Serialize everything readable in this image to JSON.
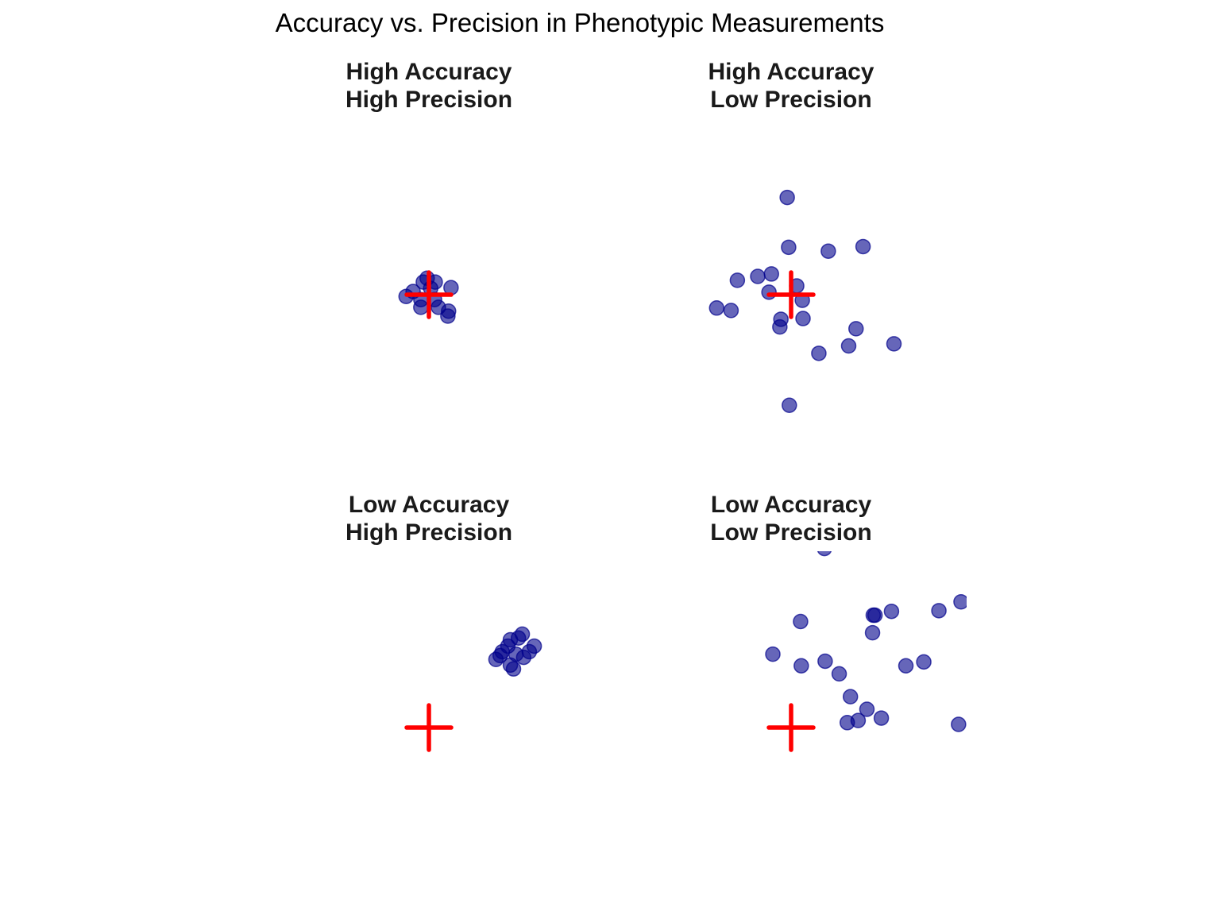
{
  "chart_data": {
    "type": "scatter",
    "title": "Accuracy vs. Precision in Phenotypic Measurements",
    "xlim": [
      -5,
      5
    ],
    "ylim": [
      -5,
      5
    ],
    "grid": false,
    "point_color": "#00008B",
    "point_alpha": 0.6,
    "target_color": "#FF0000",
    "target": [
      0,
      0
    ],
    "panels": [
      {
        "title_line1": "High Accuracy",
        "title_line2": "High Precision",
        "points": [
          [
            -0.16,
            0.36
          ],
          [
            0.18,
            0.36
          ],
          [
            0.63,
            0.2
          ],
          [
            -0.65,
            -0.05
          ],
          [
            -0.45,
            0.09
          ],
          [
            -0.23,
            -0.36
          ],
          [
            0.27,
            -0.36
          ],
          [
            0.56,
            -0.47
          ],
          [
            0.54,
            -0.61
          ],
          [
            0.05,
            0.18
          ],
          [
            0.16,
            -0.14
          ],
          [
            -0.23,
            -0.14
          ],
          [
            -0.05,
            0.47
          ]
        ]
      },
      {
        "title_line1": "High Accuracy",
        "title_line2": "Low Precision",
        "points": [
          [
            -0.11,
            2.77
          ],
          [
            -0.07,
            1.35
          ],
          [
            1.06,
            1.24
          ],
          [
            2.05,
            1.37
          ],
          [
            -1.53,
            0.41
          ],
          [
            -0.95,
            0.52
          ],
          [
            -0.56,
            0.59
          ],
          [
            0.16,
            0.25
          ],
          [
            -0.63,
            0.07
          ],
          [
            0.32,
            -0.16
          ],
          [
            -2.12,
            -0.38
          ],
          [
            -1.71,
            -0.45
          ],
          [
            -0.29,
            -0.7
          ],
          [
            0.34,
            -0.68
          ],
          [
            -0.32,
            -0.92
          ],
          [
            1.85,
            -0.97
          ],
          [
            2.93,
            -1.4
          ],
          [
            1.64,
            -1.46
          ],
          [
            0.79,
            -1.67
          ],
          [
            -0.05,
            -3.15
          ]
        ]
      },
      {
        "title_line1": "Low Accuracy",
        "title_line2": "High Precision",
        "points": [
          [
            2.32,
            2.5
          ],
          [
            2.66,
            2.66
          ],
          [
            3.0,
            2.32
          ],
          [
            1.91,
            1.94
          ],
          [
            2.41,
            1.67
          ],
          [
            2.09,
            2.16
          ],
          [
            2.7,
            2.0
          ],
          [
            2.86,
            2.16
          ],
          [
            2.25,
            2.32
          ],
          [
            2.48,
            2.09
          ],
          [
            2.03,
            2.05
          ],
          [
            2.32,
            1.78
          ],
          [
            2.55,
            2.55
          ]
        ]
      },
      {
        "title_line1": "Low Accuracy",
        "title_line2": "Low Precision",
        "points": [
          [
            0.95,
            5.1
          ],
          [
            0.27,
            3.02
          ],
          [
            -0.52,
            2.09
          ],
          [
            0.29,
            1.76
          ],
          [
            0.97,
            1.89
          ],
          [
            1.37,
            1.53
          ],
          [
            1.69,
            0.88
          ],
          [
            2.16,
            0.52
          ],
          [
            1.91,
            0.2
          ],
          [
            1.6,
            0.14
          ],
          [
            2.57,
            0.27
          ],
          [
            2.39,
            3.2
          ],
          [
            2.34,
            3.2
          ],
          [
            2.86,
            3.31
          ],
          [
            2.32,
            2.7
          ],
          [
            3.27,
            1.76
          ],
          [
            3.78,
            1.87
          ],
          [
            4.21,
            3.33
          ],
          [
            4.84,
            3.58
          ],
          [
            4.77,
            0.09
          ]
        ]
      }
    ]
  }
}
